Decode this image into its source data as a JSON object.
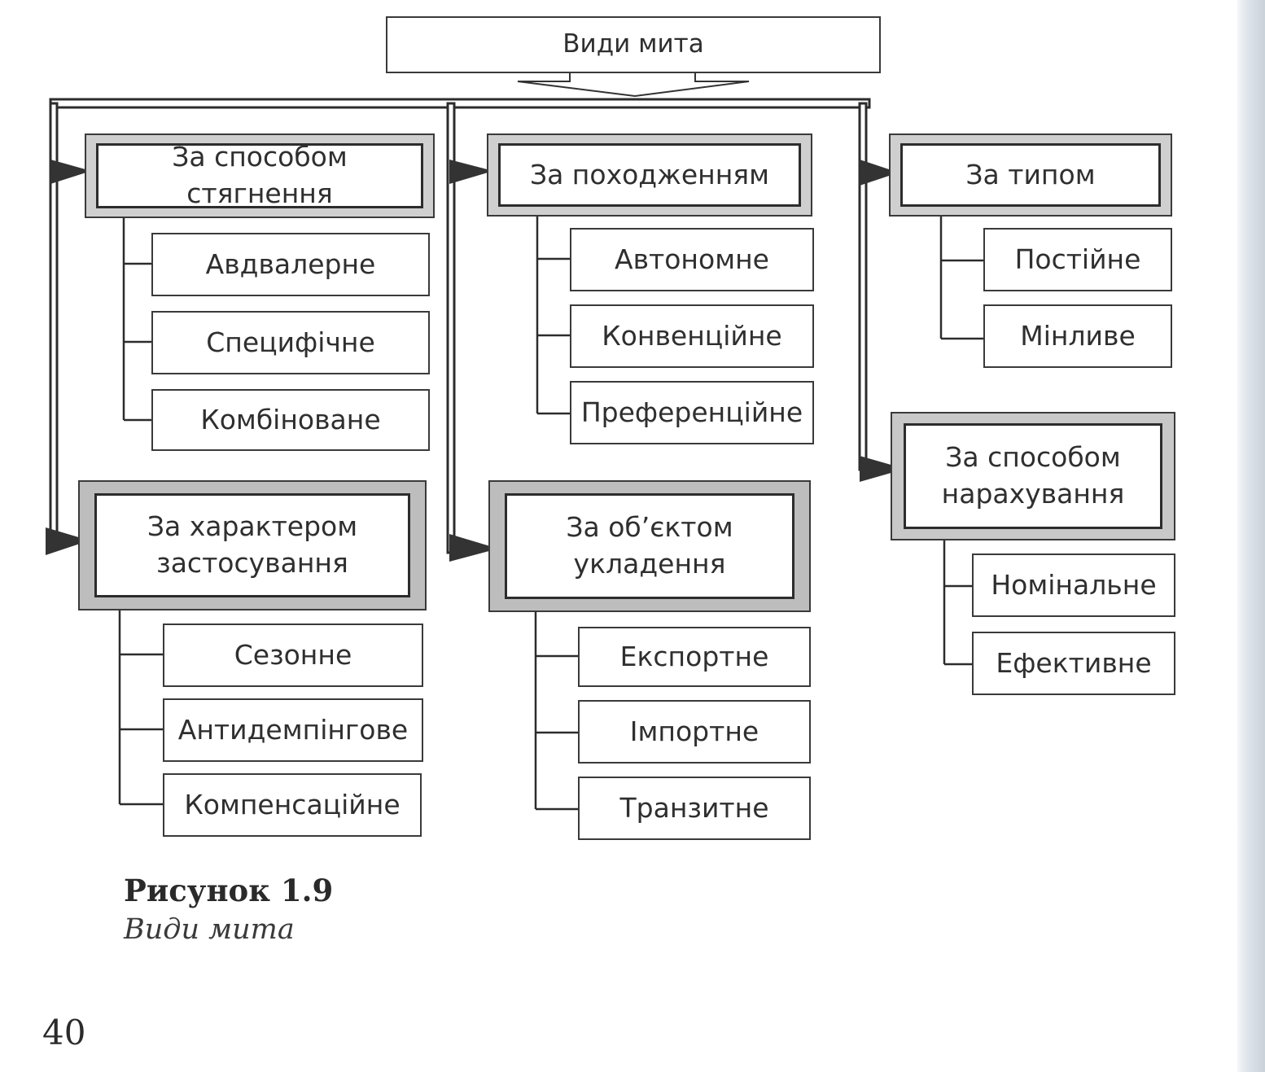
{
  "root": {
    "label": "Види мита"
  },
  "categories": [
    {
      "label": "За способом стягнення",
      "items": [
        "Авдвалерне",
        "Специфічне",
        "Комбіноване"
      ]
    },
    {
      "label": "За характером застосування",
      "items": [
        "Сезонне",
        "Антидемпінгове",
        "Компенсаційне"
      ]
    },
    {
      "label": "За походженням",
      "items": [
        "Автономне",
        "Конвенційне",
        "Преференційне"
      ]
    },
    {
      "label": "За об’єктом укладення",
      "items": [
        "Експортне",
        "Імпортне",
        "Транзитне"
      ]
    },
    {
      "label": "За типом",
      "items": [
        "Постійне",
        "Мінливе"
      ]
    },
    {
      "label": "За способом нарахування",
      "items": [
        "Номінальне",
        "Ефективне"
      ]
    }
  ],
  "caption": {
    "number": "Рисунок 1.9",
    "title": "Види мита"
  },
  "page_number": "40"
}
